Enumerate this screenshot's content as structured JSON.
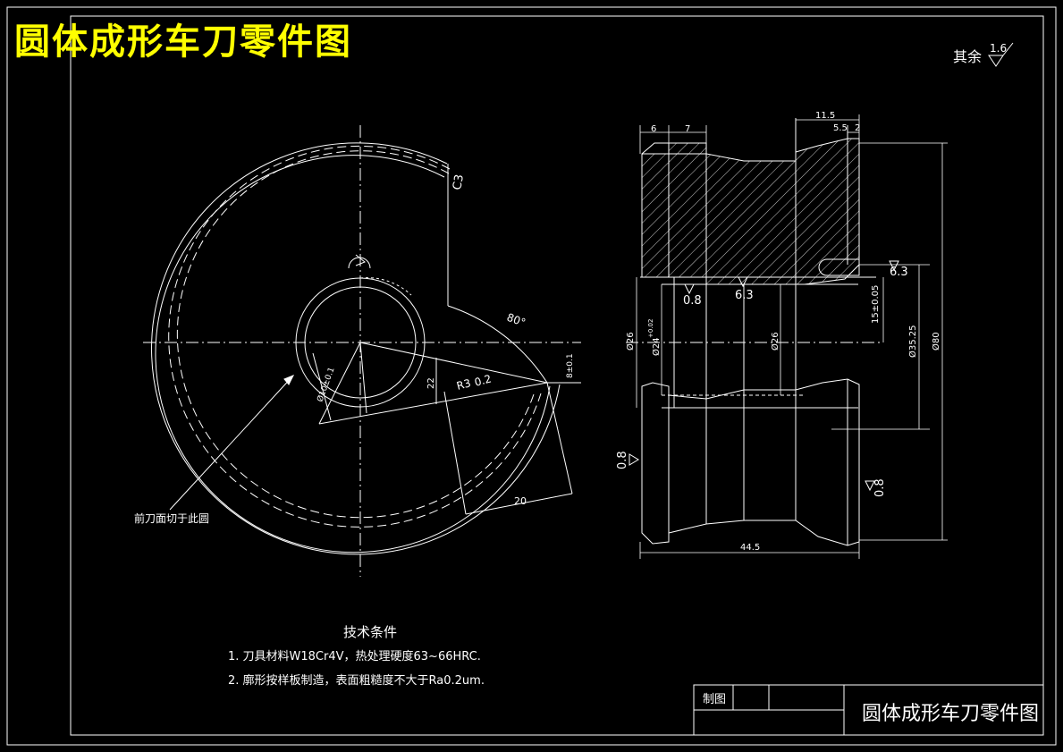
{
  "header": {
    "title": "圆体成形车刀零件图"
  },
  "surface_note": {
    "prefix": "其余",
    "value": "1.6"
  },
  "front_view": {
    "chamfer": "C3",
    "angle": "80°",
    "dims": [
      "R3",
      "0.2",
      "22",
      "20",
      "8±0.1",
      "Ø10±0.1"
    ],
    "leader_text": "前刀面切于此圆"
  },
  "side_view": {
    "dims_top": [
      "6",
      "7",
      "11.5",
      "5.5",
      "2"
    ],
    "dims_left": [
      "Ø26",
      "Ø24",
      "+0.02"
    ],
    "dim_center": "Ø26",
    "dims_right": [
      "15±0.05",
      "Ø35.25",
      "Ø80"
    ],
    "dim_bottom": "44.5",
    "roughness": [
      "0.8",
      "6.3",
      "6.3",
      "0.8",
      "0.8"
    ]
  },
  "tech": {
    "heading": "技术条件",
    "items": [
      "1.   刀具材料W18Cr4V，热处理硬度63~66HRC.",
      "2.   廓形按样板制造，表面粗糙度不大于Ra0.2um."
    ]
  },
  "title_block": {
    "drawn_by": "制图",
    "name": "圆体成形车刀零件图"
  },
  "colors": {
    "line": "#ffffff",
    "title": "#ffff00",
    "background": "#000000"
  }
}
